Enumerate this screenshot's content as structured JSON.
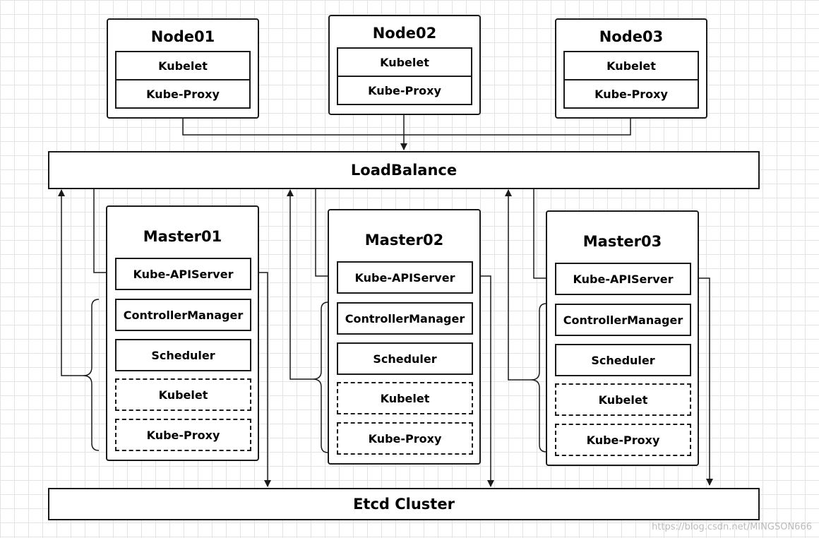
{
  "nodes": [
    {
      "title": "Node01",
      "components": [
        "Kubelet",
        "Kube-Proxy"
      ]
    },
    {
      "title": "Node02",
      "components": [
        "Kubelet",
        "Kube-Proxy"
      ]
    },
    {
      "title": "Node03",
      "components": [
        "Kubelet",
        "Kube-Proxy"
      ]
    }
  ],
  "load_balancer": {
    "label": "LoadBalance"
  },
  "masters": [
    {
      "title": "Master01",
      "api_server": "Kube-APIServer",
      "controller_manager": "ControllerManager",
      "scheduler": "Scheduler",
      "kubelet": "Kubelet",
      "kube_proxy": "Kube-Proxy"
    },
    {
      "title": "Master02",
      "api_server": "Kube-APIServer",
      "controller_manager": "ControllerManager",
      "scheduler": "Scheduler",
      "kubelet": "Kubelet",
      "kube_proxy": "Kube-Proxy"
    },
    {
      "title": "Master03",
      "api_server": "Kube-APIServer",
      "controller_manager": "ControllerManager",
      "scheduler": "Scheduler",
      "kubelet": "Kubelet",
      "kube_proxy": "Kube-Proxy"
    }
  ],
  "etcd": {
    "label": "Etcd Cluster"
  },
  "watermark": "https://blog.csdn.net/MINGSON666"
}
